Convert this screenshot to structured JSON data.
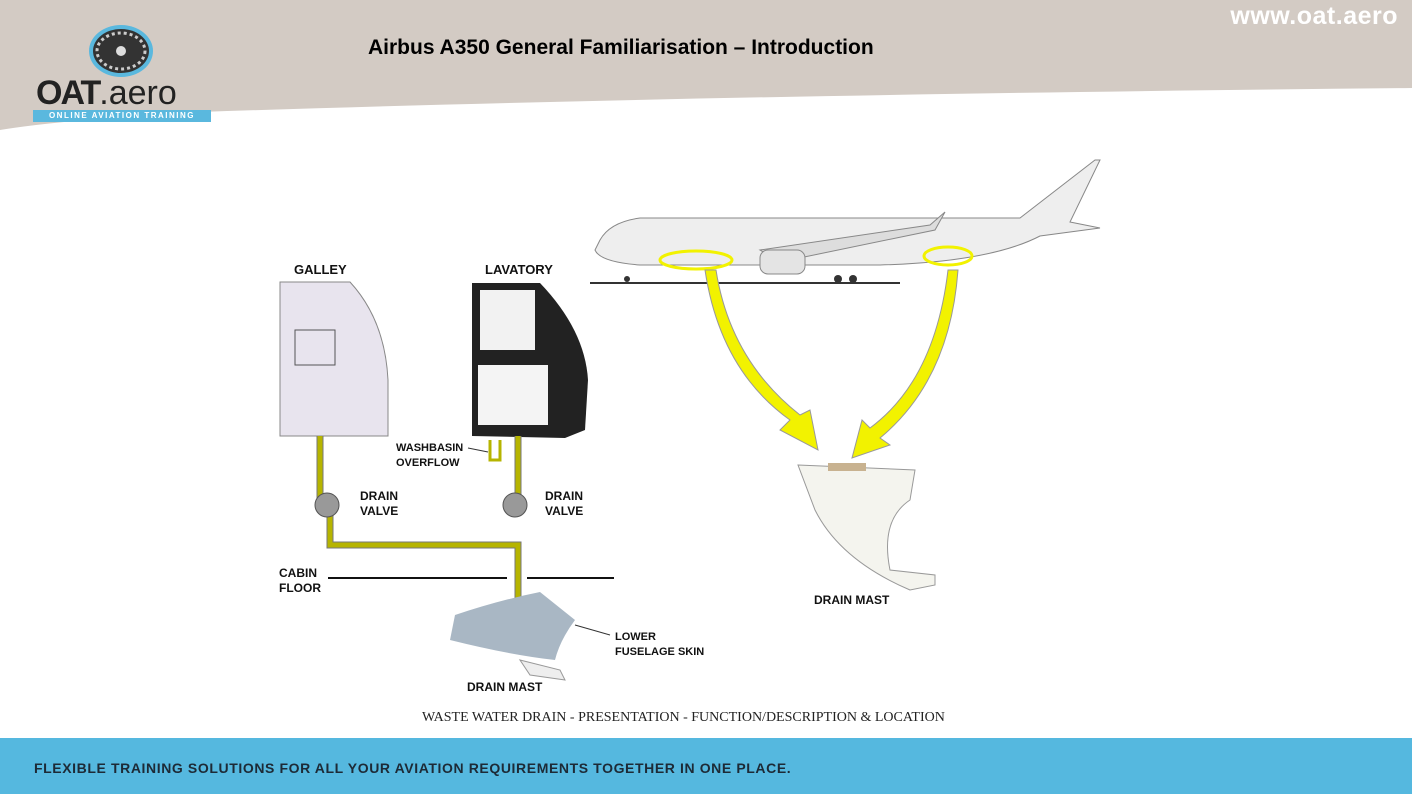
{
  "header": {
    "title": "Airbus A350 General Familiarisation – Introduction",
    "url": "www.oat.aero",
    "logo_main": "OAT",
    "logo_suffix": ".aero",
    "logo_tagline": "ONLINE AVIATION TRAINING"
  },
  "diagram": {
    "galley": "GALLEY",
    "lavatory": "LAVATORY",
    "washbasin_1": "WASHBASIN",
    "washbasin_2": "OVERFLOW",
    "drain_valve_1": "DRAIN",
    "drain_valve_2": "VALVE",
    "cabin_1": "CABIN",
    "cabin_2": "FLOOR",
    "lower_1": "LOWER",
    "lower_2": "FUSELAGE SKIN",
    "drain_mast": "DRAIN MAST",
    "caption": "WASTE WATER DRAIN - PRESENTATION - FUNCTION/DESCRIPTION & LOCATION"
  },
  "footer": {
    "text": "FLEXIBLE TRAINING SOLUTIONS FOR ALL YOUR AVIATION REQUIREMENTS TOGETHER IN ONE PLACE."
  }
}
